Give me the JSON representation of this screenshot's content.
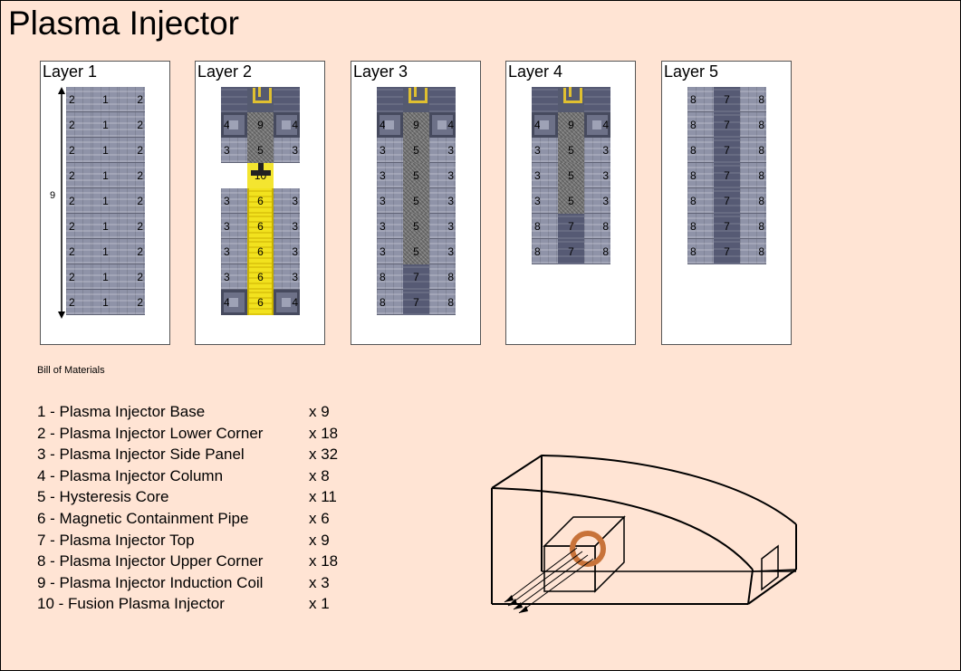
{
  "title": "Plasma Injector",
  "layers": [
    {
      "label": "Layer 1",
      "dimension_label": "9",
      "rows": [
        [
          {
            "n": "2",
            "t": "stone"
          },
          {
            "n": "1",
            "t": "stone"
          },
          {
            "n": "2",
            "t": "stone"
          }
        ],
        [
          {
            "n": "2",
            "t": "stone"
          },
          {
            "n": "1",
            "t": "stone"
          },
          {
            "n": "2",
            "t": "stone"
          }
        ],
        [
          {
            "n": "2",
            "t": "stone"
          },
          {
            "n": "1",
            "t": "stone"
          },
          {
            "n": "2",
            "t": "stone"
          }
        ],
        [
          {
            "n": "2",
            "t": "stone"
          },
          {
            "n": "1",
            "t": "stone"
          },
          {
            "n": "2",
            "t": "stone"
          }
        ],
        [
          {
            "n": "2",
            "t": "stone"
          },
          {
            "n": "1",
            "t": "stone"
          },
          {
            "n": "2",
            "t": "stone"
          }
        ],
        [
          {
            "n": "2",
            "t": "stone"
          },
          {
            "n": "1",
            "t": "stone"
          },
          {
            "n": "2",
            "t": "stone"
          }
        ],
        [
          {
            "n": "2",
            "t": "stone"
          },
          {
            "n": "1",
            "t": "stone"
          },
          {
            "n": "2",
            "t": "stone"
          }
        ],
        [
          {
            "n": "2",
            "t": "stone"
          },
          {
            "n": "1",
            "t": "stone"
          },
          {
            "n": "2",
            "t": "stone"
          }
        ],
        [
          {
            "n": "2",
            "t": "stone"
          },
          {
            "n": "1",
            "t": "stone"
          },
          {
            "n": "2",
            "t": "stone"
          }
        ]
      ]
    },
    {
      "label": "Layer 2",
      "rows": [
        [
          {
            "n": "",
            "t": "dark"
          },
          {
            "n": "",
            "t": "coil"
          },
          {
            "n": "",
            "t": "dark"
          }
        ],
        [
          {
            "n": "4",
            "t": "column"
          },
          {
            "n": "9",
            "t": "core"
          },
          {
            "n": "4",
            "t": "column"
          }
        ],
        [
          {
            "n": "3",
            "t": "stone"
          },
          {
            "n": "5",
            "t": "core"
          },
          {
            "n": "3",
            "t": "stone"
          }
        ],
        [
          {
            "n": "",
            "t": "empty"
          },
          {
            "n": "10",
            "t": "inject"
          },
          {
            "n": "",
            "t": "empty"
          }
        ],
        [
          {
            "n": "3",
            "t": "stone"
          },
          {
            "n": "6",
            "t": "pipe"
          },
          {
            "n": "3",
            "t": "stone"
          }
        ],
        [
          {
            "n": "3",
            "t": "stone"
          },
          {
            "n": "6",
            "t": "pipe"
          },
          {
            "n": "3",
            "t": "stone"
          }
        ],
        [
          {
            "n": "3",
            "t": "stone"
          },
          {
            "n": "6",
            "t": "pipe"
          },
          {
            "n": "3",
            "t": "stone"
          }
        ],
        [
          {
            "n": "3",
            "t": "stone"
          },
          {
            "n": "6",
            "t": "pipe"
          },
          {
            "n": "3",
            "t": "stone"
          }
        ],
        [
          {
            "n": "4",
            "t": "column"
          },
          {
            "n": "6",
            "t": "pipe"
          },
          {
            "n": "4",
            "t": "column"
          }
        ]
      ]
    },
    {
      "label": "Layer 3",
      "rows": [
        [
          {
            "n": "",
            "t": "dark"
          },
          {
            "n": "",
            "t": "coil"
          },
          {
            "n": "",
            "t": "dark"
          }
        ],
        [
          {
            "n": "4",
            "t": "column"
          },
          {
            "n": "9",
            "t": "core"
          },
          {
            "n": "4",
            "t": "column"
          }
        ],
        [
          {
            "n": "3",
            "t": "stone"
          },
          {
            "n": "5",
            "t": "core"
          },
          {
            "n": "3",
            "t": "stone"
          }
        ],
        [
          {
            "n": "3",
            "t": "stone"
          },
          {
            "n": "5",
            "t": "core"
          },
          {
            "n": "3",
            "t": "stone"
          }
        ],
        [
          {
            "n": "3",
            "t": "stone"
          },
          {
            "n": "5",
            "t": "core"
          },
          {
            "n": "3",
            "t": "stone"
          }
        ],
        [
          {
            "n": "3",
            "t": "stone"
          },
          {
            "n": "5",
            "t": "core"
          },
          {
            "n": "3",
            "t": "stone"
          }
        ],
        [
          {
            "n": "3",
            "t": "stone"
          },
          {
            "n": "5",
            "t": "core"
          },
          {
            "n": "3",
            "t": "stone"
          }
        ],
        [
          {
            "n": "8",
            "t": "stone"
          },
          {
            "n": "7",
            "t": "dark"
          },
          {
            "n": "8",
            "t": "stone"
          }
        ],
        [
          {
            "n": "8",
            "t": "stone"
          },
          {
            "n": "7",
            "t": "dark"
          },
          {
            "n": "8",
            "t": "stone"
          }
        ]
      ]
    },
    {
      "label": "Layer 4",
      "rows": [
        [
          {
            "n": "",
            "t": "dark"
          },
          {
            "n": "",
            "t": "coil"
          },
          {
            "n": "",
            "t": "dark"
          }
        ],
        [
          {
            "n": "4",
            "t": "column"
          },
          {
            "n": "9",
            "t": "core"
          },
          {
            "n": "4",
            "t": "column"
          }
        ],
        [
          {
            "n": "3",
            "t": "stone"
          },
          {
            "n": "5",
            "t": "core"
          },
          {
            "n": "3",
            "t": "stone"
          }
        ],
        [
          {
            "n": "3",
            "t": "stone"
          },
          {
            "n": "5",
            "t": "core"
          },
          {
            "n": "3",
            "t": "stone"
          }
        ],
        [
          {
            "n": "3",
            "t": "stone"
          },
          {
            "n": "5",
            "t": "core"
          },
          {
            "n": "3",
            "t": "stone"
          }
        ],
        [
          {
            "n": "8",
            "t": "stone"
          },
          {
            "n": "7",
            "t": "dark"
          },
          {
            "n": "8",
            "t": "stone"
          }
        ],
        [
          {
            "n": "8",
            "t": "stone"
          },
          {
            "n": "7",
            "t": "dark"
          },
          {
            "n": "8",
            "t": "stone"
          }
        ]
      ]
    },
    {
      "label": "Layer 5",
      "rows": [
        [
          {
            "n": "8",
            "t": "stone"
          },
          {
            "n": "7",
            "t": "dark"
          },
          {
            "n": "8",
            "t": "stone"
          }
        ],
        [
          {
            "n": "8",
            "t": "stone"
          },
          {
            "n": "7",
            "t": "dark"
          },
          {
            "n": "8",
            "t": "stone"
          }
        ],
        [
          {
            "n": "8",
            "t": "stone"
          },
          {
            "n": "7",
            "t": "dark"
          },
          {
            "n": "8",
            "t": "stone"
          }
        ],
        [
          {
            "n": "8",
            "t": "stone"
          },
          {
            "n": "7",
            "t": "dark"
          },
          {
            "n": "8",
            "t": "stone"
          }
        ],
        [
          {
            "n": "8",
            "t": "stone"
          },
          {
            "n": "7",
            "t": "dark"
          },
          {
            "n": "8",
            "t": "stone"
          }
        ],
        [
          {
            "n": "8",
            "t": "stone"
          },
          {
            "n": "7",
            "t": "dark"
          },
          {
            "n": "8",
            "t": "stone"
          }
        ],
        [
          {
            "n": "8",
            "t": "stone"
          },
          {
            "n": "7",
            "t": "dark"
          },
          {
            "n": "8",
            "t": "stone"
          }
        ]
      ]
    }
  ],
  "bom": {
    "heading": "Bill of Materials",
    "items": [
      {
        "label": "1 - Plasma Injector  Base",
        "qty": "x 9"
      },
      {
        "label": "2 - Plasma Injector Lower Corner",
        "qty": "x 18"
      },
      {
        "label": "3 - Plasma Injector Side Panel",
        "qty": "x 32"
      },
      {
        "label": "4 - Plasma Injector Column",
        "qty": "x 8"
      },
      {
        "label": "5 - Hysteresis Core",
        "qty": "x 11"
      },
      {
        "label": "6 - Magnetic Containment Pipe",
        "qty": "x 6"
      },
      {
        "label": "7 - Plasma Injector Top",
        "qty": "x 9"
      },
      {
        "label": "8 - Plasma Injector Upper Corner",
        "qty": "x 18"
      },
      {
        "label": "9 - Plasma Injector Induction Coil",
        "qty": "x 3"
      },
      {
        "label": "10 - Fusion Plasma Injector",
        "qty": "x 1"
      }
    ]
  },
  "colors": {
    "background": "#ffe4d4",
    "coil_ring": "#c8733a",
    "pipe": "#f2e21e"
  }
}
